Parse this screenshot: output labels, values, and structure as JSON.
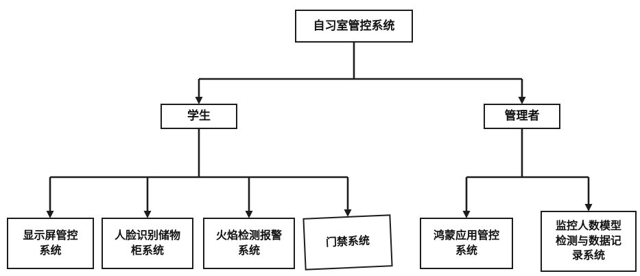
{
  "diagram": {
    "type": "tree",
    "root": {
      "label": "自习室管控系统"
    },
    "branches": [
      {
        "id": "student",
        "label": "学生"
      },
      {
        "id": "manager",
        "label": "管理者"
      }
    ],
    "leaves": [
      {
        "label": "显示屏管控系统",
        "parent": "student"
      },
      {
        "label": "人脸识别储物柜系统",
        "parent": "student"
      },
      {
        "label": "火焰检测报警系统",
        "parent": "student"
      },
      {
        "label": "门禁系统",
        "parent": "student"
      },
      {
        "label": "鸿蒙应用管控系统",
        "parent": "manager"
      },
      {
        "label": "监控人数模型检测与数据记录系统",
        "parent": "manager"
      }
    ],
    "colors": {
      "line": "#1c1c1c",
      "box_border": "#1c1c1c",
      "text": "#111111",
      "background": "#ffffff"
    }
  }
}
